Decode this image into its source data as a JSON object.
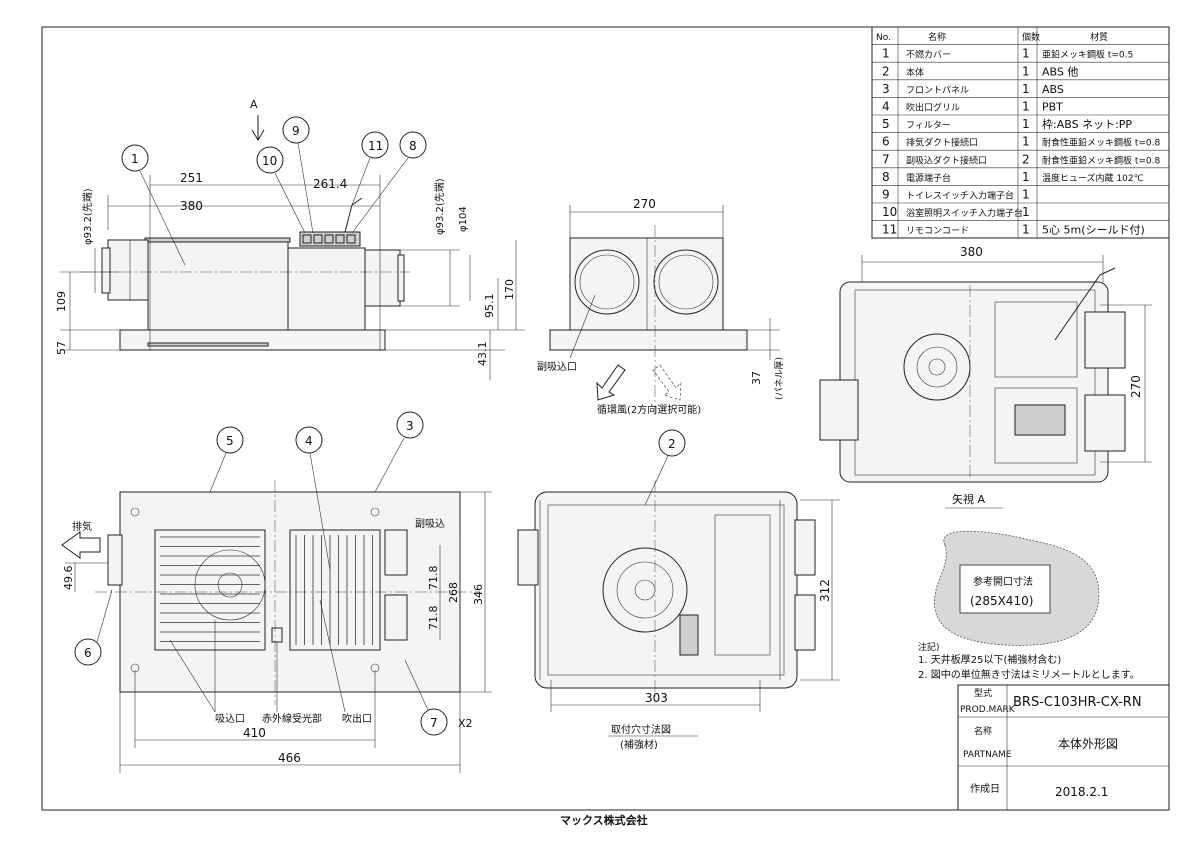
{
  "parts_table": {
    "headers": [
      "No.",
      "名称",
      "個数",
      "材質"
    ],
    "rows": [
      [
        "1",
        "不燃カバー",
        "1",
        "亜鉛メッキ鋼板 t=0.5"
      ],
      [
        "2",
        "本体",
        "1",
        "ABS 他"
      ],
      [
        "3",
        "フロントパネル",
        "1",
        "ABS"
      ],
      [
        "4",
        "吹出口グリル",
        "1",
        "PBT"
      ],
      [
        "5",
        "フィルター",
        "1",
        "枠:ABS ネット:PP"
      ],
      [
        "6",
        "排気ダクト接続口",
        "1",
        "耐食性亜鉛メッキ鋼板 t=0.8"
      ],
      [
        "7",
        "副吸込ダクト接続口",
        "2",
        "耐食性亜鉛メッキ鋼板 t=0.8"
      ],
      [
        "8",
        "電源端子台",
        "1",
        "温度ヒューズ内蔵 102℃"
      ],
      [
        "9",
        "トイレスイッチ入力端子台",
        "1",
        ""
      ],
      [
        "10",
        "浴室照明スイッチ入力端子台",
        "1",
        ""
      ],
      [
        "11",
        "リモコンコード",
        "1",
        "5心 5m(シールド付)"
      ]
    ]
  },
  "side_view": {
    "arrow_label": "A",
    "dims": {
      "d251": "251",
      "d261": "261.4",
      "d380": "380",
      "d93l": "φ93.2(先端)",
      "d93r": "φ93.2(先端)",
      "d104": "φ104",
      "d109": "109",
      "d57": "57",
      "d170": "170",
      "d951": "95.1",
      "d431": "43.1"
    },
    "balloons": [
      "1",
      "9",
      "10",
      "11",
      "8"
    ]
  },
  "front_view": {
    "dims": {
      "d270": "270",
      "d37": "37",
      "d37note": "(パネル厚)"
    },
    "labels": {
      "sub_intake": "副吸込口",
      "airflow": "循環風(2方向選択可能)"
    }
  },
  "top_view": {
    "dims": {
      "d380": "380",
      "d270": "270"
    },
    "caption": "矢視 A"
  },
  "bottom_view": {
    "balloons": [
      "5",
      "4",
      "3",
      "6",
      "7"
    ],
    "labels": {
      "exhaust": "排気",
      "sub_intake": "副吸込",
      "intake": "吸込口",
      "ir": "赤外線受光部",
      "outlet": "吹出口",
      "x2": "X2"
    },
    "dims": {
      "d496": "49.6",
      "d718a": "71.8",
      "d718b": "71.8",
      "d268": "268",
      "d346": "346",
      "d410": "410",
      "d466": "466"
    }
  },
  "mount_view": {
    "balloon": "2",
    "dims": {
      "d303": "303",
      "d312": "312"
    },
    "caption1": "取付穴寸法図",
    "caption2": "(補強材)"
  },
  "opening": {
    "line1": "参考開口寸法",
    "line2": "(285X410)"
  },
  "notes": {
    "title": "注記)",
    "n1": "1. 天井板厚25以下(補強材含む)",
    "n2": "2. 図中の単位無き寸法はミリメートルとします。"
  },
  "title_block": {
    "model_label1": "型式",
    "model_label2": "PROD.MARK",
    "model_value": "BRS-C103HR-CX-RN",
    "name_label1": "名称",
    "name_label2": "PARTNAME",
    "name_value": "本体外形図",
    "date_label": "作成日",
    "date_value": "2018.2.1"
  },
  "footer": "マックス株式会社"
}
